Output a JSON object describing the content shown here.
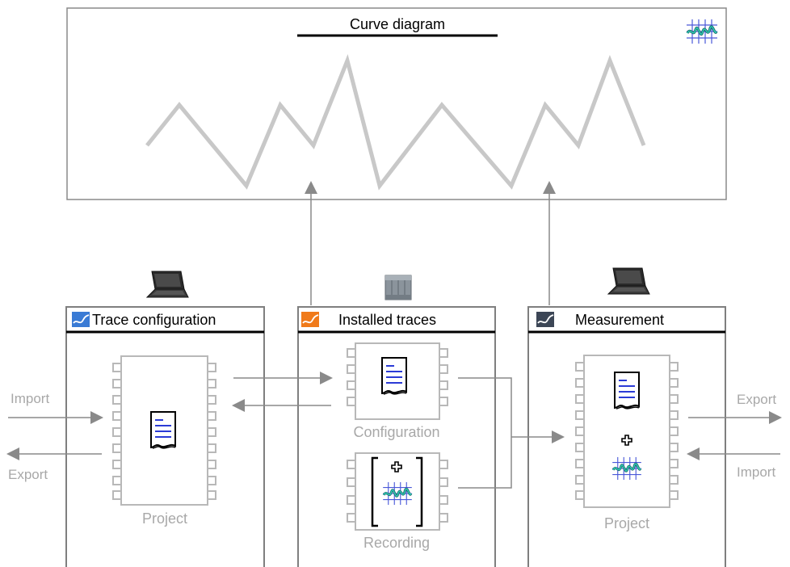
{
  "curve": {
    "title": "Curve diagram"
  },
  "panels": [
    {
      "id": "trace-configuration",
      "title": "Trace configuration",
      "chip_label": "Project",
      "device": "laptop-icon"
    },
    {
      "id": "installed-traces",
      "title": "Installed traces",
      "chip_labels": [
        "Configuration",
        "Recording"
      ],
      "device": "plc-icon"
    },
    {
      "id": "measurement",
      "title": "Measurement",
      "chip_label": "Project",
      "device": "laptop-icon"
    }
  ],
  "side_labels": {
    "left_import": "Import",
    "left_export": "Export",
    "right_export": "Export",
    "right_import": "Import"
  },
  "icons": [
    "waveform-icon",
    "document-icon",
    "plus-icon",
    "laptop-icon",
    "plc-icon"
  ],
  "colors": {
    "frame": "#7f7f7f",
    "curve": "#c8c8c8",
    "arrow": "#8a8a8a",
    "chip": "#b8b8b8",
    "trace_config_icon": "#3a7bd5",
    "installed_icon": "#f07a1a",
    "measurement_icon": "#3c4656"
  }
}
